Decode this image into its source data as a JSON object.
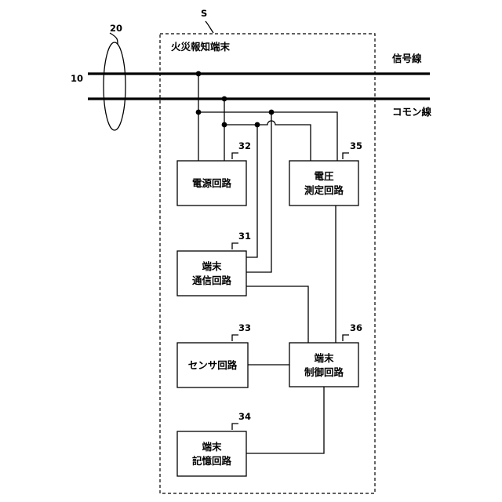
{
  "terminal_label": "S",
  "terminal_title": "火災報知端末",
  "bus_bundle_ref": "10",
  "loop_ref": "20",
  "signal_line_label": "信号線",
  "common_line_label": "コモン線",
  "blocks": {
    "power": {
      "ref": "32",
      "line1": "電源回路",
      "line2": ""
    },
    "voltage": {
      "ref": "35",
      "line1": "電圧",
      "line2": "測定回路"
    },
    "comm": {
      "ref": "31",
      "line1": "端末",
      "line2": "通信回路"
    },
    "sensor": {
      "ref": "33",
      "line1": "センサ回路",
      "line2": ""
    },
    "control": {
      "ref": "36",
      "line1": "端末",
      "line2": "制御回路"
    },
    "memory": {
      "ref": "34",
      "line1": "端末",
      "line2": "記憶回路"
    }
  }
}
